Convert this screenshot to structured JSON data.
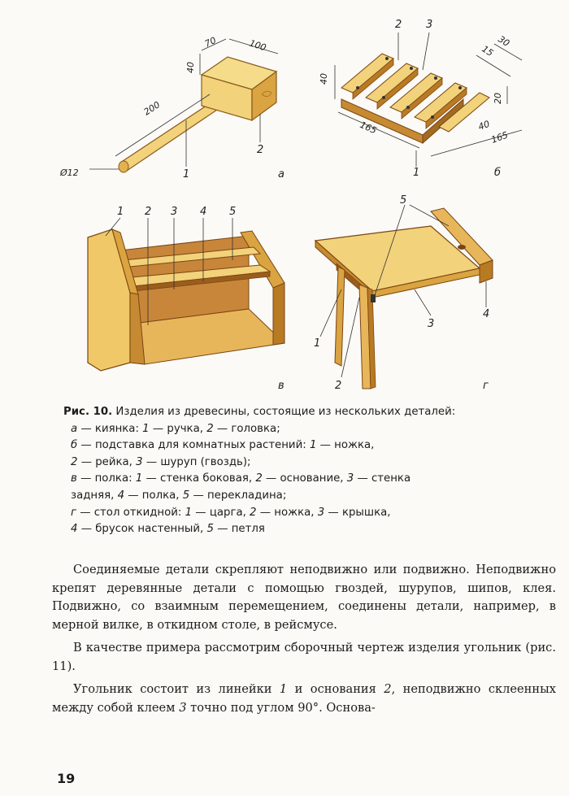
{
  "figures": {
    "a": {
      "letter": "а",
      "dims": {
        "d12": "Ø12",
        "d200": "200",
        "d40": "40",
        "d70": "70",
        "d100": "100"
      },
      "labels": {
        "l1": "1",
        "l2": "2"
      }
    },
    "b": {
      "letter": "б",
      "dims": {
        "d40": "40",
        "d165a": "165",
        "d15": "15",
        "d30": "30",
        "d20": "20",
        "d40b": "40",
        "d165b": "165"
      },
      "labels": {
        "l1": "1",
        "l2": "2",
        "l3": "3"
      }
    },
    "v": {
      "letter": "в",
      "labels": {
        "l1": "1",
        "l2": "2",
        "l3": "3",
        "l4": "4",
        "l5": "5"
      }
    },
    "g": {
      "letter": "г",
      "labels": {
        "l1": "1",
        "l2": "2",
        "l3": "3",
        "l4": "4",
        "l5": "5"
      }
    }
  },
  "caption": {
    "fig_ref": "Рис. 10.",
    "title": "Изделия из древесины, состоящие из нескольких деталей:",
    "a_letter": "а",
    "a_text_1": " — киянка: ",
    "a_n1": "1",
    "a_text_2": " — ручка, ",
    "a_n2": "2",
    "a_text_3": " — головка;",
    "b_letter": "б",
    "b_text_1": " — подставка для комнатных растений: ",
    "b_n1": "1",
    "b_text_2": " — ножка,",
    "b_n2": "2",
    "b_text_3": " — рейка, ",
    "b_n3": "3",
    "b_text_4": " — шуруп (гвоздь);",
    "v_letter": "в",
    "v_text_1": " — полка: ",
    "v_n1": "1",
    "v_text_2": " — стенка боковая, ",
    "v_n2": "2",
    "v_text_3": " — основание, ",
    "v_n3": "3",
    "v_text_4": " — стенка",
    "v_text_5": "задняя, ",
    "v_n4": "4",
    "v_text_6": " — полка, ",
    "v_n5": "5",
    "v_text_7": " — перекладина;",
    "g_letter": "г",
    "g_text_1": " — стол откидной: ",
    "g_n1": "1",
    "g_text_2": " — царга, ",
    "g_n2": "2",
    "g_text_3": " — ножка, ",
    "g_n3": "3",
    "g_text_4": " — крышка,",
    "g_n4": "4",
    "g_text_5": " — брусок настенный, ",
    "g_n5": "5",
    "g_text_6": " — петля"
  },
  "body": {
    "p1": "Соединяемые детали скрепляют неподвижно или подвижно. Неподвижно крепят деревянные детали с помощью гвоздей, шурупов, шипов, клея. Подвижно, со взаимным перемещением, соединены детали, например, в мерной вилке, в откидном столе, в рейсмусе.",
    "p2": "В качестве примера рассмотрим сборочный чертеж изделия угольник (рис. 11).",
    "p3_a": "Угольник состоит из линейки ",
    "p3_n1": "1",
    "p3_b": " и основания ",
    "p3_n2": "2",
    "p3_c": ", неподвижно склеенных между собой клеем ",
    "p3_n3": "3",
    "p3_d": " точно под углом 90°. Основа-"
  },
  "page_number": "19",
  "colors": {
    "wood_light": "#f2d27a",
    "wood_mid": "#e3b24f",
    "wood_dark": "#b97a24",
    "wood_shadow": "#8a4f12",
    "paper": "#fbfaf6"
  }
}
